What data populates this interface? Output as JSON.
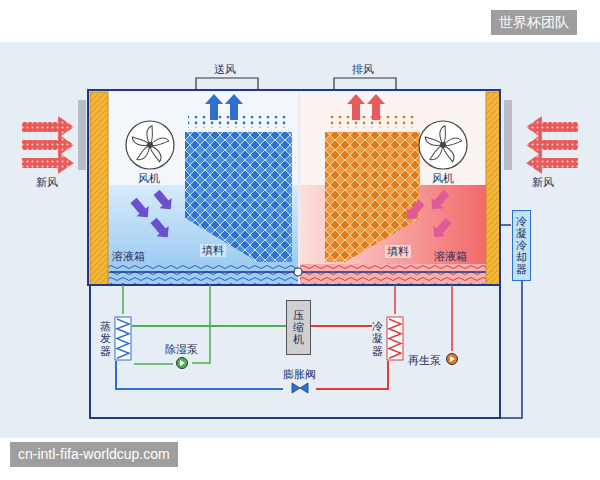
{
  "diagram": {
    "nodes": [
      {
        "text": [
          "冷凝冷却器"
        ]
      },
      {
        "text": [
          "蒸发器"
        ]
      },
      {
        "text": [
          "除湿泵"
        ]
      },
      {
        "text": [
          "压缩机"
        ]
      },
      {
        "text": [
          "冷凝器"
        ]
      },
      {
        "text": [
          "再生泵"
        ]
      },
      {
        "text": [
          "膨胀阀"
        ]
      }
    ],
    "edges": [
      {
        "from": 1,
        "to": 3,
        "arrow": "none"
      },
      {
        "from": 3,
        "to": 4,
        "arrow": "none"
      },
      {
        "from": 4,
        "to": 6,
        "arrow": "none"
      },
      {
        "from": 6,
        "to": 1,
        "arrow": "none"
      }
    ],
    "labels": [
      "世界杯团队",
      "送风",
      "排风",
      "新风",
      "风机",
      "填料",
      "溶液箱",
      "填料",
      "溶液箱",
      "风机",
      "新风",
      "cn-intl-fifa-worldcup.com"
    ]
  }
}
